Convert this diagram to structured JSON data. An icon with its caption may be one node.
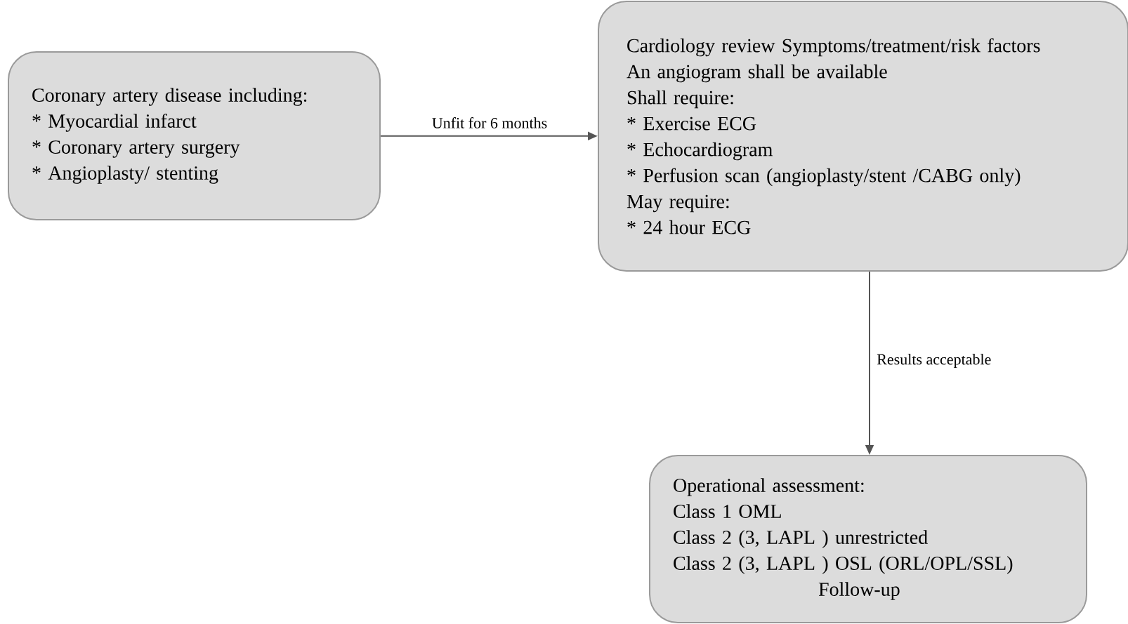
{
  "diagram": {
    "nodes": [
      {
        "text": [
          "Coronary artery disease including:",
          "* Myocardial infarct",
          "* Coronary artery surgery",
          "* Angioplasty/ stenting"
        ]
      },
      {
        "text": [
          "Cardiology review Symptoms/treatment/risk factors",
          "An angiogram shall be available",
          "Shall require:",
          "* Exercise ECG",
          "* Echocardiogram",
          "* Perfusion scan (angioplasty/stent /CABG only)",
          "May require:",
          "* 24 hour ECG"
        ]
      },
      {
        "text": [
          "Operational assessment:",
          "Class 1 OML",
          "Class 2 (3, LAPL ) unrestricted",
          "Class 2 (3, LAPL ) OSL (ORL/OPL/SSL)",
          "Follow-up"
        ]
      }
    ],
    "edges": [
      {
        "from": 0,
        "to": 1,
        "arrow": "to",
        "label": "Unfit for 6 months"
      },
      {
        "from": 1,
        "to": 2,
        "arrow": "to",
        "label": "Results acceptable"
      }
    ]
  }
}
